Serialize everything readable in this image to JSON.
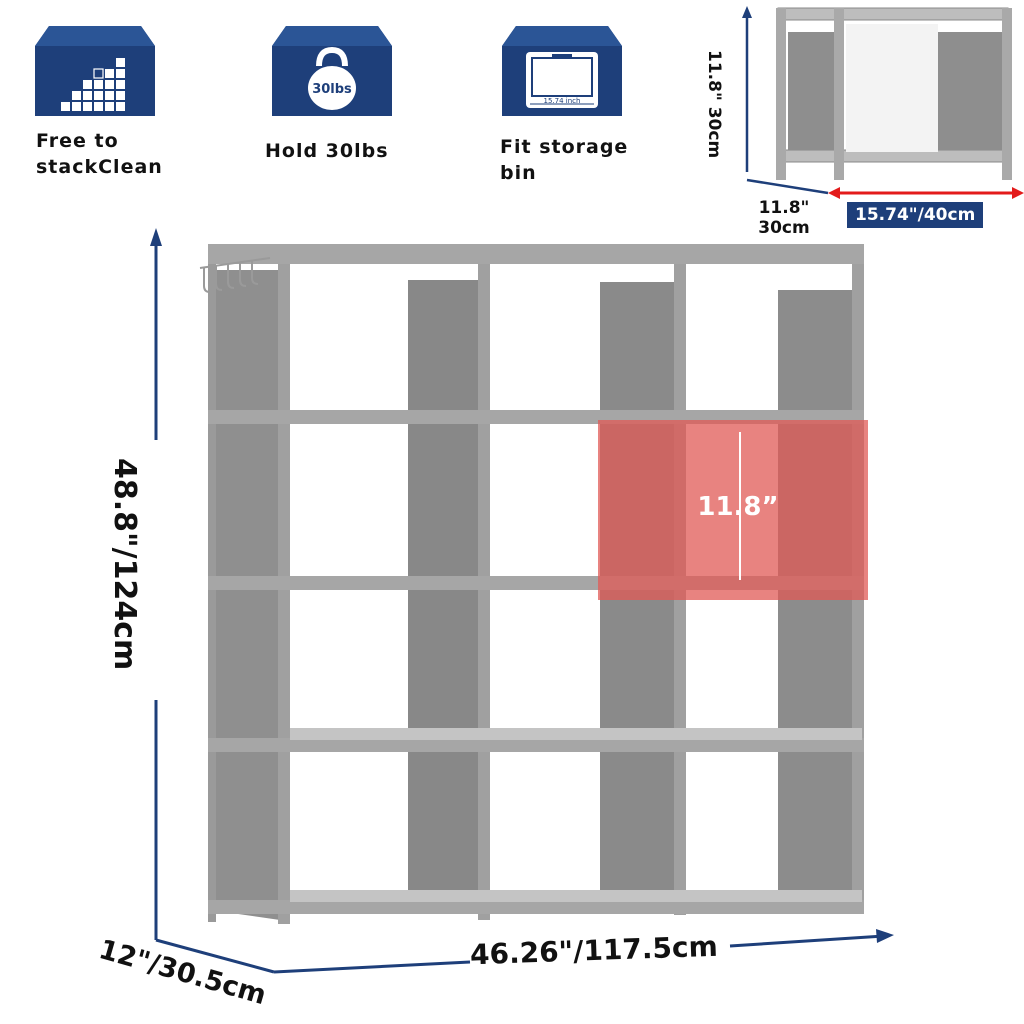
{
  "features": [
    {
      "icon": "stack-blocks-icon",
      "label_line1": "Free to",
      "label_line2": "stackClean"
    },
    {
      "icon": "kettlebell-icon",
      "icon_text": "30lbs",
      "label_line1": "Hold 30lbs"
    },
    {
      "icon": "storage-bin-icon",
      "icon_text": "15.74 inch",
      "label_line1": "Fit storage",
      "label_line2": "bin"
    }
  ],
  "cube_inset": {
    "height_label": "11.8\" 30cm",
    "depth_label_line1": "11.8\"",
    "depth_label_line2": "30cm",
    "width_label": "15.74\"/40cm"
  },
  "main": {
    "height_label": "48.8\"/124cm",
    "width_label": "46.26\"/117.5cm",
    "depth_label": "12\"/30.5cm",
    "highlight_label": "11.8”"
  },
  "colors": {
    "brand_navy": "#1e3f7a",
    "frame_gray": "#9a9a9a",
    "panel_gray": "#8c8c8c",
    "highlight_red": "#d9534f",
    "arrow_red": "#e31b1b"
  }
}
